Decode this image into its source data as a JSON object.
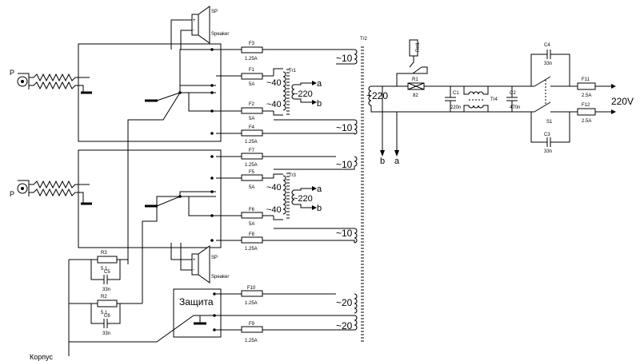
{
  "labels": {
    "sp": "SP",
    "speaker": "Speaker",
    "p": "P",
    "f1": "F1",
    "f2": "F2",
    "f3": "F3",
    "f4": "F4",
    "f5": "F5",
    "f6": "F6",
    "f7": "F7",
    "f8": "F8",
    "f9": "F9",
    "f10": "F10",
    "f11": "F11",
    "f12": "F12",
    "r_5a": "5A",
    "r_125a": "1.25A",
    "r_25a": "2.5A",
    "tr1": "Tr1",
    "tr2": "Tr2",
    "tr3": "Tr3",
    "tr4": "Tr4",
    "v10": "~10",
    "v20": "~20",
    "v40": "~40",
    "v220": "~220",
    "a": "a",
    "b": "b",
    "r1": "R1",
    "r1v": "82",
    "r2": "R2",
    "r3": "R3",
    "r51": "5.1",
    "c1": "C1",
    "c1v": "220n",
    "c2": "C2",
    "c2v": "470n",
    "c3": "C3",
    "c4": "C4",
    "c5": "C5",
    "c6": "C6",
    "c33": "33n",
    "rel": "Rel1",
    "s1": "S1",
    "mains": "220V",
    "protection": "Защита",
    "chassis": "Корпус"
  }
}
